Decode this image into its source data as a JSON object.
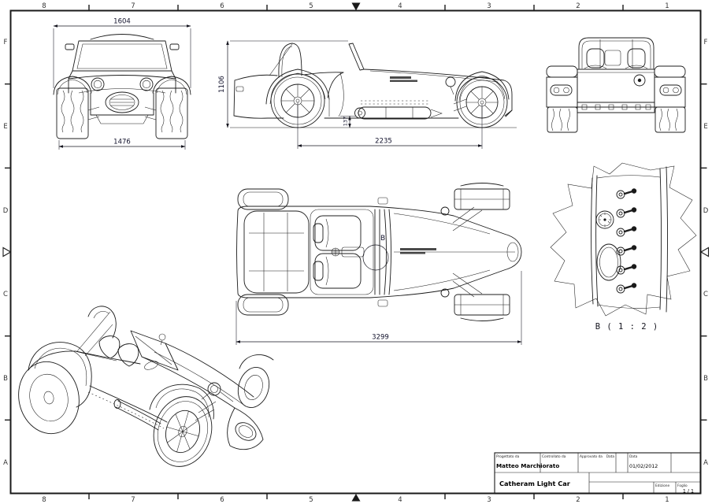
{
  "sheet": {
    "zones": {
      "top": [
        "8",
        "7",
        "6",
        "5",
        "4",
        "3",
        "2",
        "1"
      ],
      "bottom": [
        "8",
        "7",
        "6",
        "5",
        "4",
        "3",
        "2",
        "1"
      ],
      "left": [
        "F",
        "E",
        "D",
        "C",
        "B",
        "A"
      ],
      "right": [
        "F",
        "E",
        "D",
        "C",
        "B",
        "A"
      ]
    },
    "dimensions": {
      "front_width_top": "1604",
      "front_width_bottom": "1476",
      "side_height": "1106",
      "side_ground": "137",
      "side_wheelbase": "2235",
      "top_length": "3299"
    },
    "detail": {
      "marker": "B",
      "caption": "B ( 1 : 2 )"
    },
    "title_block": {
      "designed_label": "Progettato da",
      "designed_value": "Matteo Marchiorato",
      "checked_label": "Controllato da",
      "approved_label": "Approvato da",
      "date_label": "Data",
      "date2_label": "Data",
      "date_value": "01/02/2012",
      "title": "Catheram Light Car",
      "edition_label": "Edizione",
      "sheet_label": "Foglio",
      "sheet_value": "1 / 1"
    },
    "colors": {
      "line": "#1a1a1a",
      "dim_text": "#11112b",
      "background": "#ffffff"
    }
  }
}
